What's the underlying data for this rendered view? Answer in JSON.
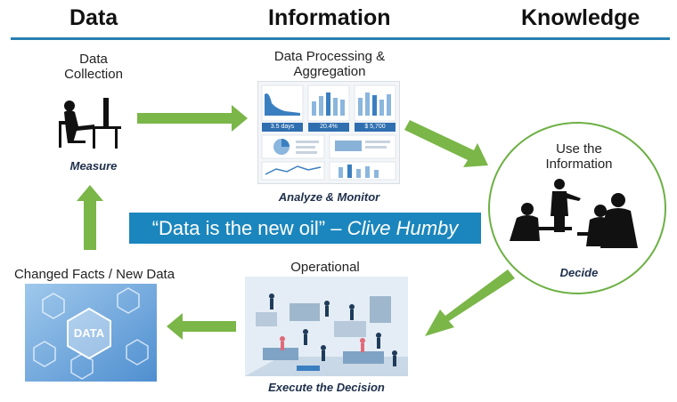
{
  "headers": {
    "data": "Data",
    "information": "Information",
    "knowledge": "Knowledge"
  },
  "steps": {
    "collection": {
      "label_line1": "Data",
      "label_line2": "Collection",
      "action": "Measure"
    },
    "processing": {
      "label_line1": "Data Processing &",
      "label_line2": "Aggregation",
      "action": "Analyze & Monitor",
      "dashboard": {
        "kpi1": "3.5 days",
        "kpi2": "20.4%",
        "kpi3": "$ 5,700"
      }
    },
    "use": {
      "label_line1": "Use the",
      "label_line2": "Information",
      "action": "Decide"
    },
    "operational": {
      "label": "Operational",
      "action": "Execute the Decision"
    },
    "changed": {
      "label": "Changed  Facts / New Data",
      "image_text": "DATA"
    }
  },
  "quote": {
    "text": "“Data is the new oil” – ",
    "author": "Clive Humby"
  },
  "colors": {
    "arrow_green": "#7ab648",
    "header_rule": "#2a7fb0",
    "quote_bg": "#1b86bd",
    "action_text": "#1d2e4a"
  }
}
